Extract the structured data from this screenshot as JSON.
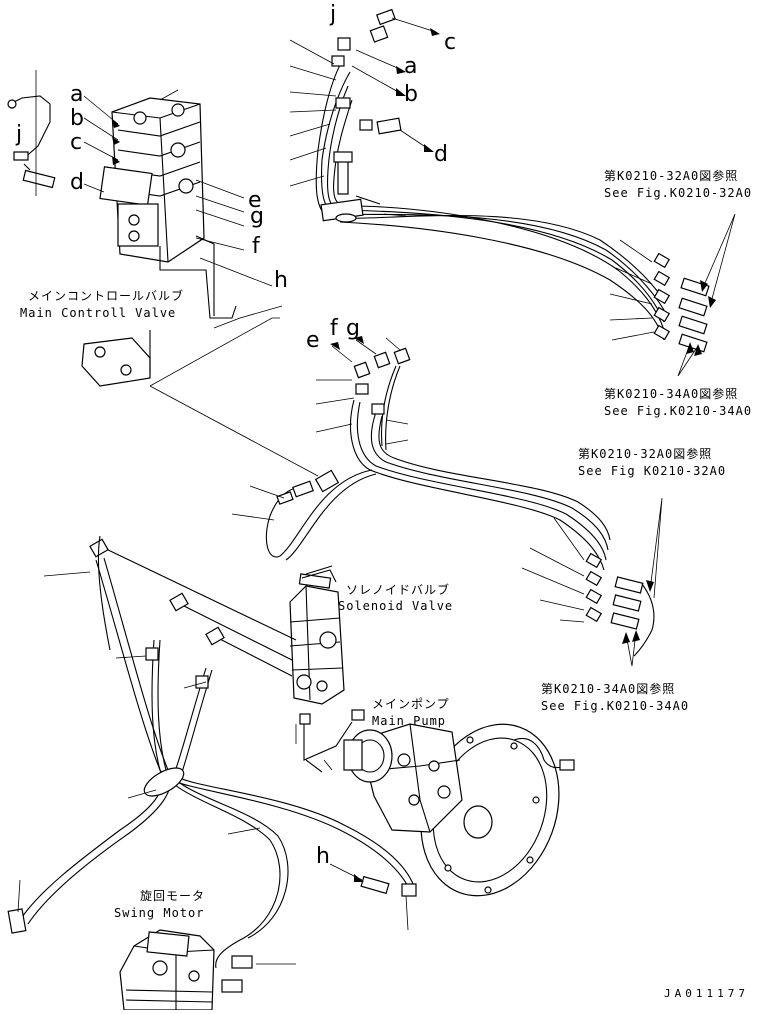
{
  "diagram": {
    "letters": {
      "a1": "a",
      "b1": "b",
      "c1": "c",
      "d1": "d",
      "e1": "e",
      "f1": "f",
      "g1": "g",
      "h1": "h",
      "j1": "j",
      "j2": "j",
      "c2": "c",
      "a2": "a",
      "b2": "b",
      "d2": "d",
      "e3": "e",
      "f3": "f",
      "g3": "g",
      "h4": "h"
    },
    "captions": {
      "main_control_valve_jp": "メインコントロールバルブ",
      "main_control_valve_en": "Main Controll Valve",
      "solenoid_valve_jp": "ソレノイドバルブ",
      "solenoid_valve_en": "Solenoid Valve",
      "main_pump_jp": "メインポンプ",
      "main_pump_en": "Main Pump",
      "swing_motor_jp": "旋回モータ",
      "swing_motor_en": "Swing Motor"
    },
    "references": {
      "ref1_jp": "第K0210-32A0図参照",
      "ref1_en": "See Fig.K0210-32A0",
      "ref2_jp": "第K0210-34A0図参照",
      "ref2_en": "See Fig.K0210-34A0",
      "ref3_jp": "第K0210-32A0図参照",
      "ref3_en": "See Fig K0210-32A0",
      "ref4_jp": "第K0210-34A0図参照",
      "ref4_en": "See Fig.K0210-34A0"
    },
    "doc_id": "JA011177"
  }
}
